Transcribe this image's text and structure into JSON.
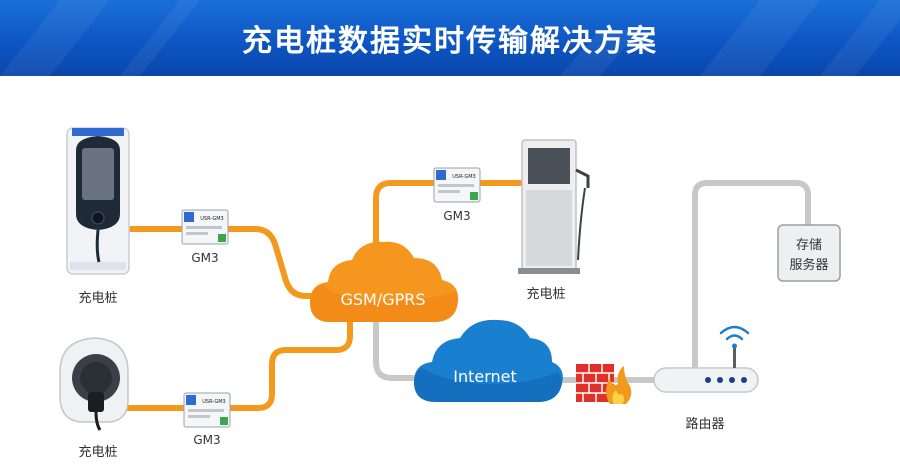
{
  "header": {
    "title": "充电桩数据实时传输解决方案"
  },
  "nodes": {
    "charger_top_left": {
      "label": "充电桩"
    },
    "charger_bottom_left": {
      "label": "充电桩"
    },
    "charger_right": {
      "label": "充电桩"
    },
    "module_top_left": {
      "label": "GM3",
      "chip_text": "USR-GM3"
    },
    "module_bottom_left": {
      "label": "GM3",
      "chip_text": "USR-GM3"
    },
    "module_right": {
      "label": "GM3",
      "chip_text": "USR-GM3"
    },
    "gsm_cloud": {
      "label": "GSM/GPRS"
    },
    "internet_cloud": {
      "label": "Internet"
    },
    "server": {
      "line1": "存储",
      "line2": "服务器"
    },
    "router": {
      "label": "路由器"
    }
  },
  "colors": {
    "header_bg": "#0d56c4",
    "orange_link": "#f39a1d",
    "gray_link": "#c8c8c8",
    "cloud_orange": "#f5961e",
    "cloud_blue": "#1b7fd0",
    "firewall_red": "#e0302a"
  },
  "icons": [
    "ev-charger-icon",
    "wallbox-charger-icon",
    "pedestal-charger-icon",
    "gm3-module-icon",
    "cloud-icon",
    "firewall-icon",
    "router-icon",
    "wifi-icon",
    "server-icon"
  ]
}
